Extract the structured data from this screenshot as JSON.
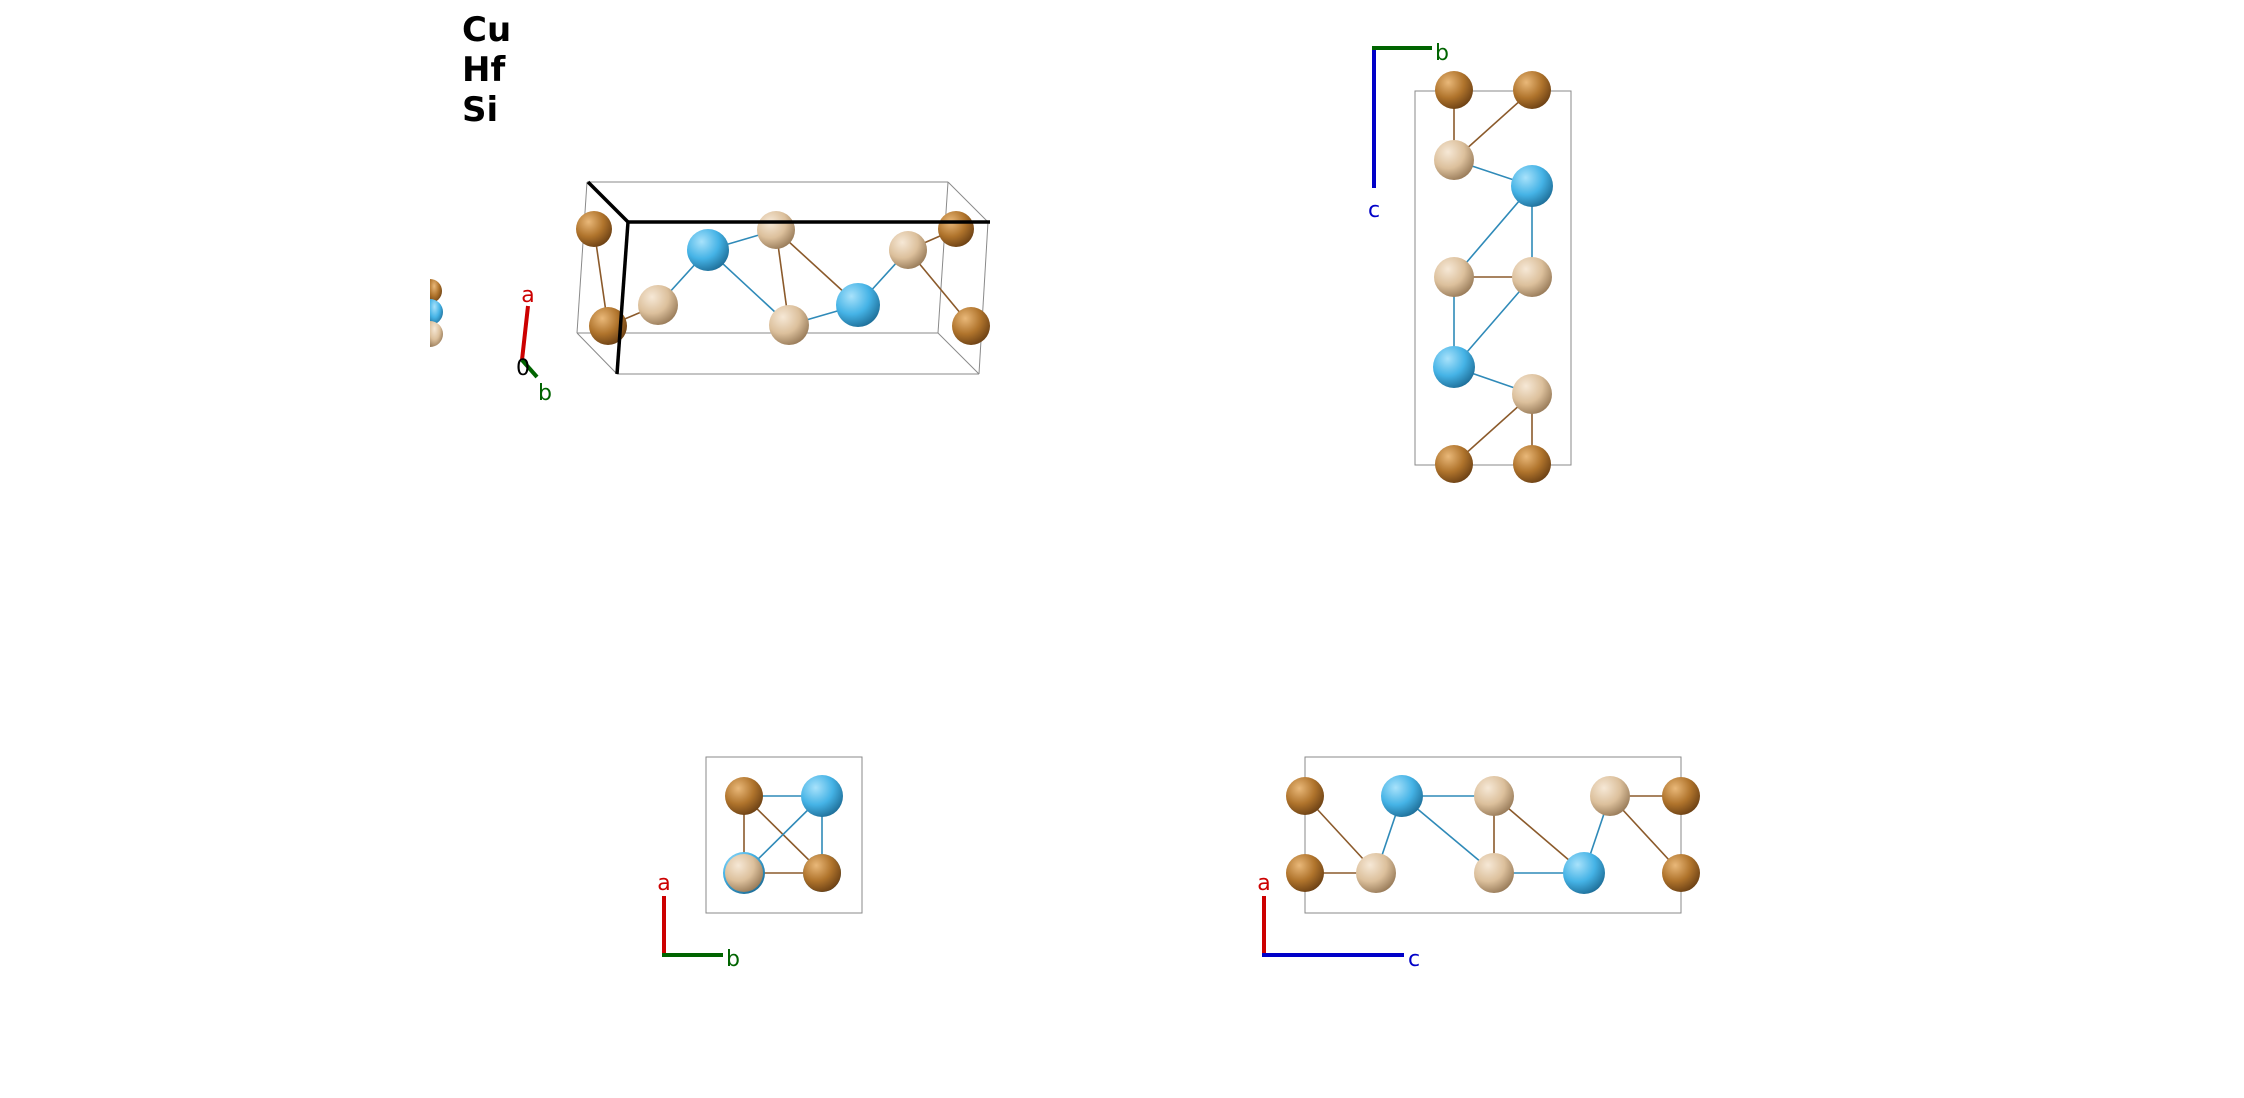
{
  "legend": {
    "elements": [
      "Cu",
      "Hf",
      "Si"
    ]
  },
  "axis_labels": {
    "a": "a",
    "b": "b",
    "c": "c",
    "origin": "0"
  },
  "colors": {
    "Cu": "#b0742c",
    "Hf": "#45b3e6",
    "Si": "#dcc09c",
    "axis_a": "#cc0000",
    "axis_b": "#006400",
    "axis_c": "#0000c8",
    "cell_edge": "#808080",
    "bond_cu": "#8b5a2b",
    "bond_hf": "#2f8ab8"
  },
  "views": [
    {
      "name": "perspective-view",
      "axes": [
        "a",
        "b"
      ]
    },
    {
      "name": "view-along-a",
      "axes": [
        "b",
        "c"
      ]
    },
    {
      "name": "view-along-c",
      "axes": [
        "a",
        "b"
      ]
    },
    {
      "name": "view-along-b",
      "axes": [
        "a",
        "c"
      ]
    }
  ]
}
